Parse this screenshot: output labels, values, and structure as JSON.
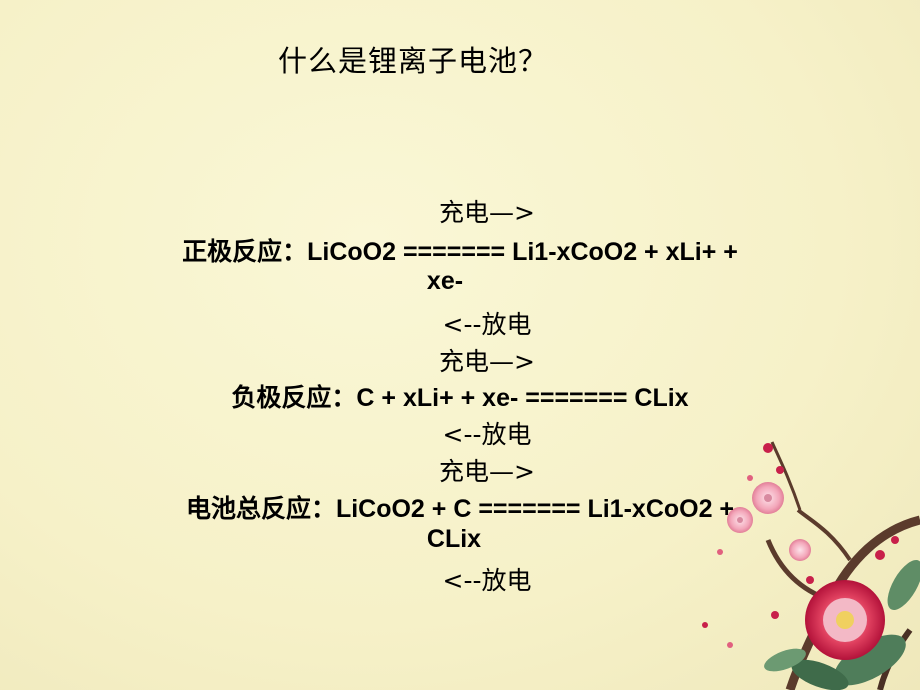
{
  "title": "什么是锂离子电池？",
  "lines": [
    "充电—>",
    "正极反应：LiCoO2  =======   Li1-xCoO2 + xLi+ +",
    "xe-",
    "<--放电",
    "充电—>",
    "负极反应：C + xLi+ + xe- =======  CLix",
    "<--放电",
    "充电—>",
    "电池总反应：LiCoO2 + C =======  Li1-xCoO2 +",
    "CLix",
    "<--放电"
  ]
}
